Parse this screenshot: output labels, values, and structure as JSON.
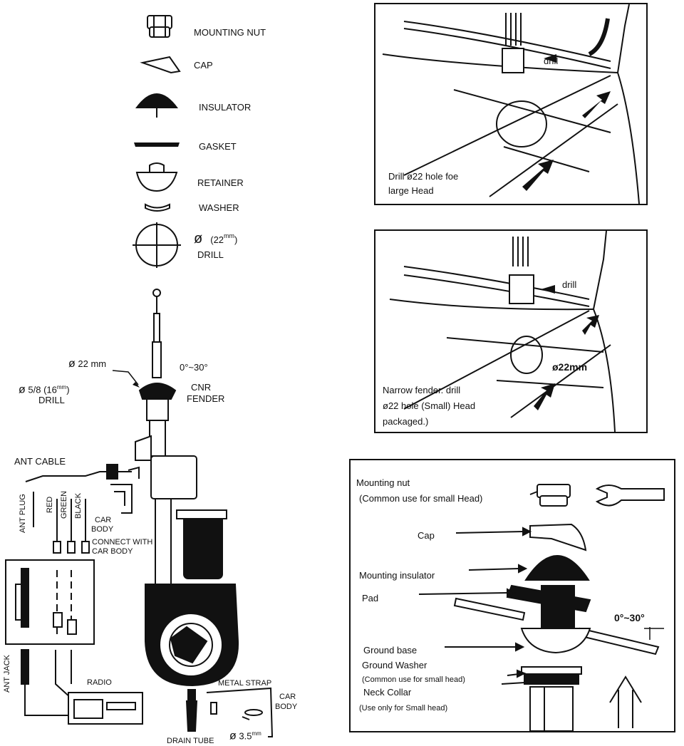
{
  "parts": {
    "mounting_nut": "MOUNTING NUT",
    "cap": "CAP",
    "insulator": "INSULATOR",
    "gasket": "GASKET",
    "retainer": "RETAINER",
    "washer": "WASHER",
    "drill_size": "(22",
    "drill_unit": "mm",
    "drill_close": ")",
    "drill": "DRILL"
  },
  "assembly": {
    "hole_22": "22 mm",
    "angle": "0°~30°",
    "cnr": "CNR",
    "fender": "FENDER",
    "drill_58": "5/8 (16",
    "drill_58_unit": "mm",
    "drill_58_close": ")",
    "drill_word": "DRILL",
    "ant_cable": "ANT CABLE",
    "ant_plug": "ANT PLUG",
    "red": "RED",
    "green": "GREEN",
    "black": "BLACK",
    "car_body": "CAR",
    "car_body2": "BODY",
    "connect_with": "CONNECT WITH",
    "connect_car_body": "CAR BODY",
    "ant_jack": "ANT JACK",
    "radio": "RADIO",
    "metal_strap": "METAL STRAP",
    "car_body_right": "CAR",
    "car_body_right2": "BODY",
    "drain_tube": "DRAIN TUBE",
    "dia_35": "3.5",
    "dia_35_unit": "mm"
  },
  "panel1": {
    "drill_label": "drill",
    "caption1": "Drill ø22 hole foe",
    "caption2": "large Head"
  },
  "panel2": {
    "drill_label": "drill",
    "dim": "ø22mm",
    "caption1": "Narrow fender. drill",
    "caption2": "ø22 hole (Small) Head",
    "caption3": "packaged.)"
  },
  "panel3": {
    "mounting_nut": "Mounting nut",
    "mounting_nut_note": "(Common use for small Head)",
    "cap": "Cap",
    "mounting_insulator": "Mounting insulator",
    "pad": "Pad",
    "angle": "0°~30°",
    "ground_base": "Ground base",
    "ground_washer": "Ground Washer",
    "ground_washer_note": "(Common use for small head)",
    "neck_collar": "Neck Collar",
    "neck_collar_note": "(Use only for Small head)"
  },
  "symbols": {
    "diameter": "ø"
  }
}
